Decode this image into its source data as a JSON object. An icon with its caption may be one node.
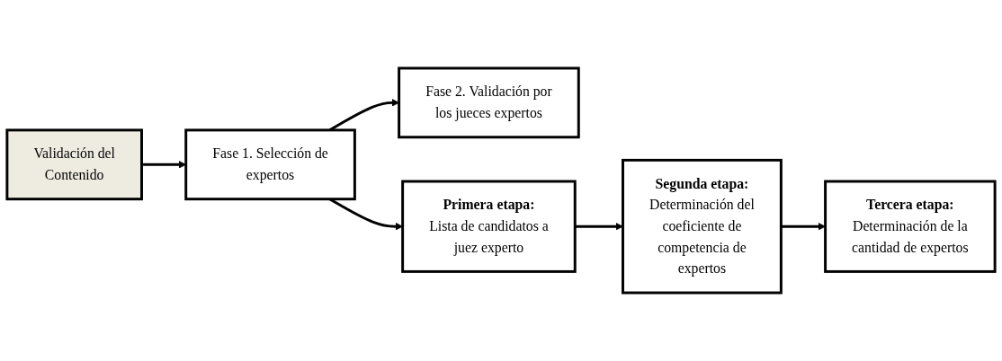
{
  "diagram": {
    "nodes": [
      {
        "text": [
          "Validación del Contenido"
        ]
      },
      {
        "text": [
          "Fase 1. Selección de expertos"
        ]
      },
      {
        "text": [
          "Fase 2. Validación por los jueces expertos"
        ]
      },
      {
        "text": [
          "Primera etapa:",
          "Lista de candidatos a juez experto"
        ]
      },
      {
        "text": [
          "Segunda etapa:",
          "Determinación del coeficiente de competencia de expertos"
        ]
      },
      {
        "text": [
          "Tercera etapa:",
          "Determinación de la cantidad de expertos"
        ]
      }
    ],
    "edges": [
      {
        "from": 0,
        "to": 1,
        "arrow": "to"
      },
      {
        "from": 1,
        "to": 2,
        "arrow": "to"
      },
      {
        "from": 1,
        "to": 3,
        "arrow": "to"
      },
      {
        "from": 3,
        "to": 4,
        "arrow": "to"
      },
      {
        "from": 4,
        "to": 5,
        "arrow": "to"
      }
    ]
  }
}
